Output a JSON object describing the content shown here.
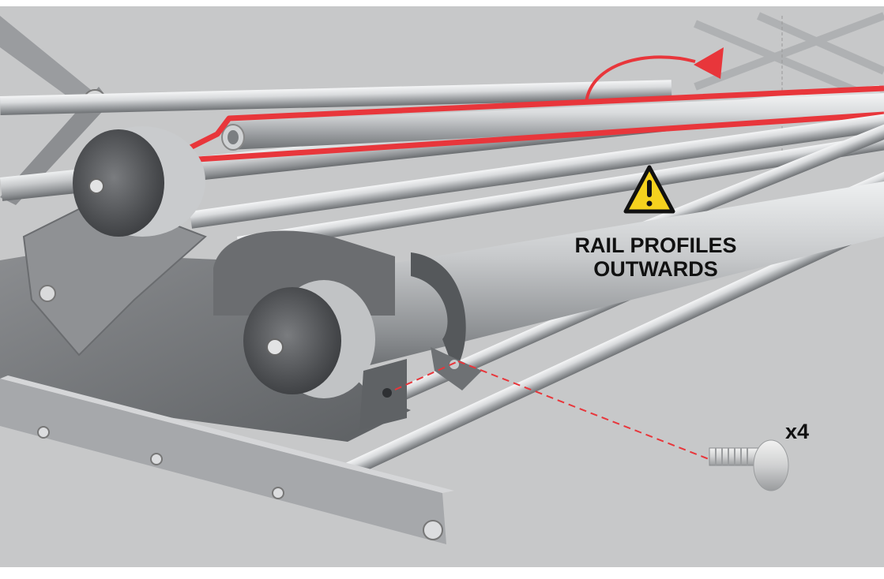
{
  "warning": {
    "line1": "RAIL PROFILES",
    "line2": "OUTWARDS"
  },
  "quantity": "x4",
  "colors": {
    "background": "#c7c8c9",
    "highlight": "#e8363b",
    "warning_fill": "#f5d21e",
    "metal": "#b8babc",
    "dark_plastic": "#5a5c5e"
  },
  "icons": [
    "warning-triangle-icon",
    "rotation-arrow-icon",
    "screw-icon"
  ]
}
